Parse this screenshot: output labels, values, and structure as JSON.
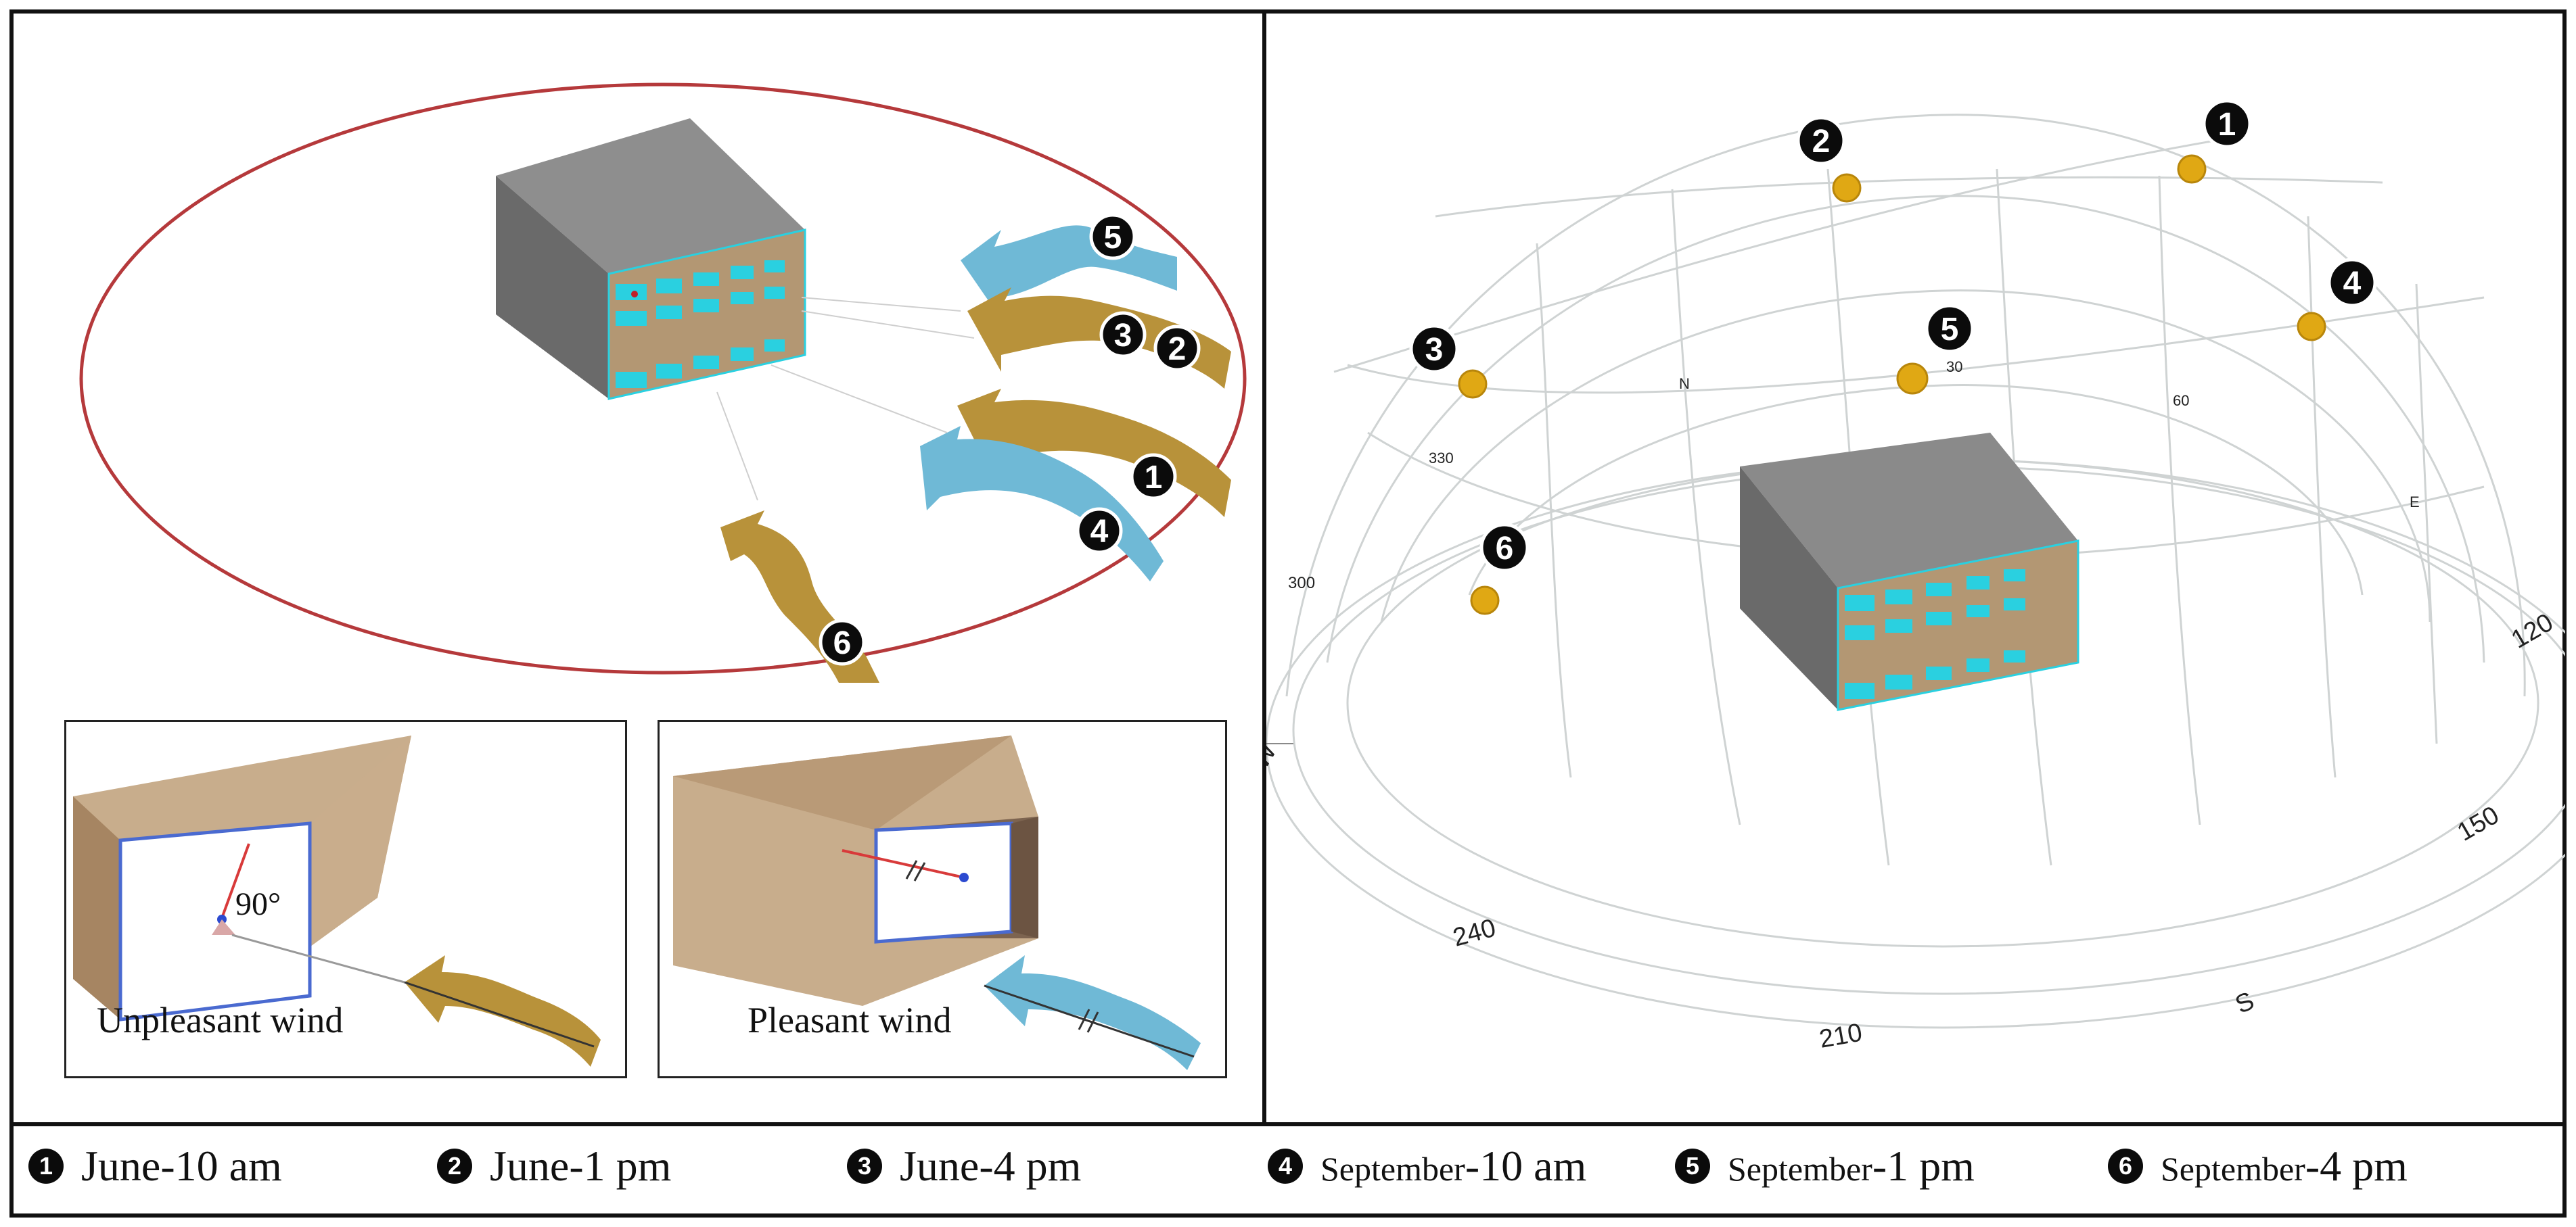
{
  "wind_panel": {
    "unpleasant_label": "Unpleasant wind",
    "pleasant_label": "Pleasant wind",
    "angle_label": "90°"
  },
  "badges": [
    "1",
    "2",
    "3",
    "4",
    "5",
    "6"
  ],
  "sunpath": {
    "compass_labels": [
      "N",
      "E",
      "S",
      "W"
    ],
    "azimuth_labels": [
      "330",
      "300",
      "240",
      "210",
      "150",
      "120",
      "60",
      "30"
    ]
  },
  "legend": [
    {
      "num": "1",
      "prefix": "June",
      "rest": "-10 am"
    },
    {
      "num": "2",
      "prefix": "June",
      "rest": "-1 pm"
    },
    {
      "num": "3",
      "prefix": "June",
      "rest": "-4 pm"
    },
    {
      "num": "4",
      "prefix": "September",
      "rest": "-10 am"
    },
    {
      "num": "5",
      "prefix": "September",
      "rest": "-1 pm"
    },
    {
      "num": "6",
      "prefix": "September",
      "rest": "-4 pm"
    }
  ],
  "colors": {
    "warm_wind": "#b8923a",
    "cool_wind": "#6fb9d6",
    "sun": "#e0a814",
    "ellipse": "#b5393b",
    "building_top": "#8a8a8a",
    "building_side": "#6b6b6b",
    "facade": "#b39773",
    "window": "#2ad0e0"
  }
}
